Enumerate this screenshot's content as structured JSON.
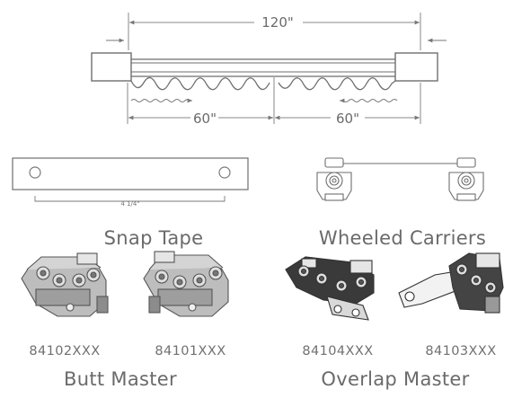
{
  "dimensions": {
    "overall": "120\"",
    "left_half": "60\"",
    "right_half": "60\"",
    "snap_tape_spacing": "4 1/4\""
  },
  "captions": {
    "snap_tape": "Snap Tape",
    "wheeled_carriers": "Wheeled Carriers",
    "butt_master": "Butt Master",
    "overlap_master": "Overlap Master"
  },
  "part_numbers": [
    "84102XXX",
    "84101XXX",
    "84104XXX",
    "84103XXX"
  ]
}
